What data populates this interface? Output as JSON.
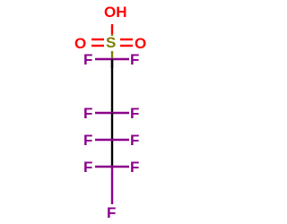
{
  "molecule": {
    "atoms": {
      "hydroxyl": "OH",
      "sulfur": "S",
      "oxygen_left": "O",
      "oxygen_right": "O",
      "fluorine_c1_left": "F",
      "fluorine_c1_right": "F",
      "fluorine_c2_left": "F",
      "fluorine_c2_right": "F",
      "fluorine_c3_left": "F",
      "fluorine_c3_right": "F",
      "fluorine_c4_left": "F",
      "fluorine_c4_right": "F",
      "fluorine_c4_bottom": "F"
    },
    "colors": {
      "oxygen": "#ff0000",
      "sulfur": "#7f7f00",
      "fluorine": "#8b008b",
      "carbon_bond": "#000000"
    }
  }
}
